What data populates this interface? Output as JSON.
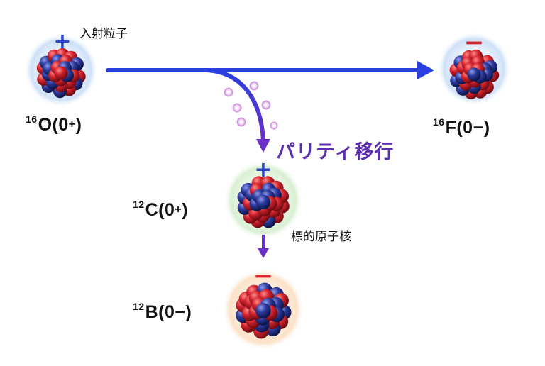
{
  "colors": {
    "arrow_blue": "#2a3fe0",
    "arrow_purple": "#6a2fc8",
    "plus_blue": "#2b44c9",
    "minus_red": "#d8262e",
    "proton": "#c8232d",
    "neutron": "#2c3b9c",
    "halo_blue": "#cfe1f7",
    "halo_green": "#d8efd2",
    "halo_orange": "#fbe1c6",
    "particle": "#c689d6"
  },
  "labels": {
    "incident_particle": "入射粒子",
    "parity_transfer": "パリティ移行",
    "target_nucleus": "標的原子核"
  },
  "nuclei": {
    "o16": {
      "mass": "16",
      "symbol": "O",
      "spin": "(0",
      "parity": "+",
      "close": ")",
      "parity_sign": "+"
    },
    "f16": {
      "mass": "16",
      "symbol": "F",
      "spin": "(0",
      "parity": "−",
      "close": ")",
      "parity_sign": "−"
    },
    "c12": {
      "mass": "12",
      "symbol": "C",
      "spin": "(0",
      "parity": "+",
      "close": ")",
      "parity_sign": "+"
    },
    "b12": {
      "mass": "12",
      "symbol": "B",
      "spin": "(0",
      "parity": "−",
      "close": ")",
      "parity_sign": "−"
    }
  }
}
